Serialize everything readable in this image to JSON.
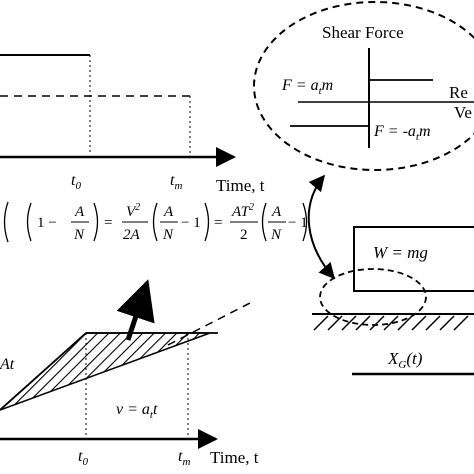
{
  "top_plot": {
    "t0_label": "t",
    "t0_sub": "0",
    "tm_label": "t",
    "tm_sub": "m",
    "axis_label": "Time, t"
  },
  "shear_inset": {
    "title": "Shear Force",
    "upper_label": "F = a",
    "upper_sub": "t",
    "upper_tail": "m",
    "lower_label": "F = -a",
    "lower_sub": "t",
    "lower_tail": "m",
    "axis_line1": "Re",
    "axis_line2": "Ve"
  },
  "equation": {
    "term1_num": "A",
    "term1_den": "N",
    "term1_pre": "1 −",
    "eq1": "=",
    "term2_num": "V",
    "term2_sup": "2",
    "term2_den": "2A",
    "term2_paren_num": "A",
    "term2_paren_den": "N",
    "term2_paren_tail": "− 1",
    "eq2": "=",
    "term3_num": "AT",
    "term3_sup": "2",
    "term3_den": "2",
    "term3_paren_num": "A",
    "term3_paren_den": "N",
    "term3_paren_tail": "− 1"
  },
  "block": {
    "weight_label": "W = mg",
    "ground_label": "X",
    "ground_sub": "G",
    "ground_tail": "(t)"
  },
  "bottom_plot": {
    "left_label": "At",
    "v_label": "v = a",
    "v_sub": "t",
    "v_tail": "t",
    "t0_label": "t",
    "t0_sub": "0",
    "tm_label": "t",
    "tm_sub": "m",
    "axis_label": "Time, t"
  }
}
